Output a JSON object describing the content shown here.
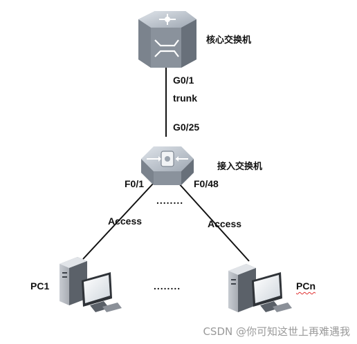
{
  "nodes": {
    "core_switch": {
      "label": "核心交换机"
    },
    "access_switch": {
      "label": "接入交换机"
    },
    "pc1": {
      "label": "PC1"
    },
    "pcn": {
      "label": "PCn"
    }
  },
  "links": {
    "uplink": {
      "core_port": "G0/1",
      "mode": "trunk",
      "access_port": "G0/25"
    },
    "left_down": {
      "switch_port": "F0/1",
      "mode": "Access"
    },
    "right_down": {
      "switch_port": "F0/48",
      "mode": "Access"
    }
  },
  "ellipsis": {
    "ports": "........",
    "pcs": "........"
  },
  "watermark": "CSDN @你可知这世上再难遇我"
}
